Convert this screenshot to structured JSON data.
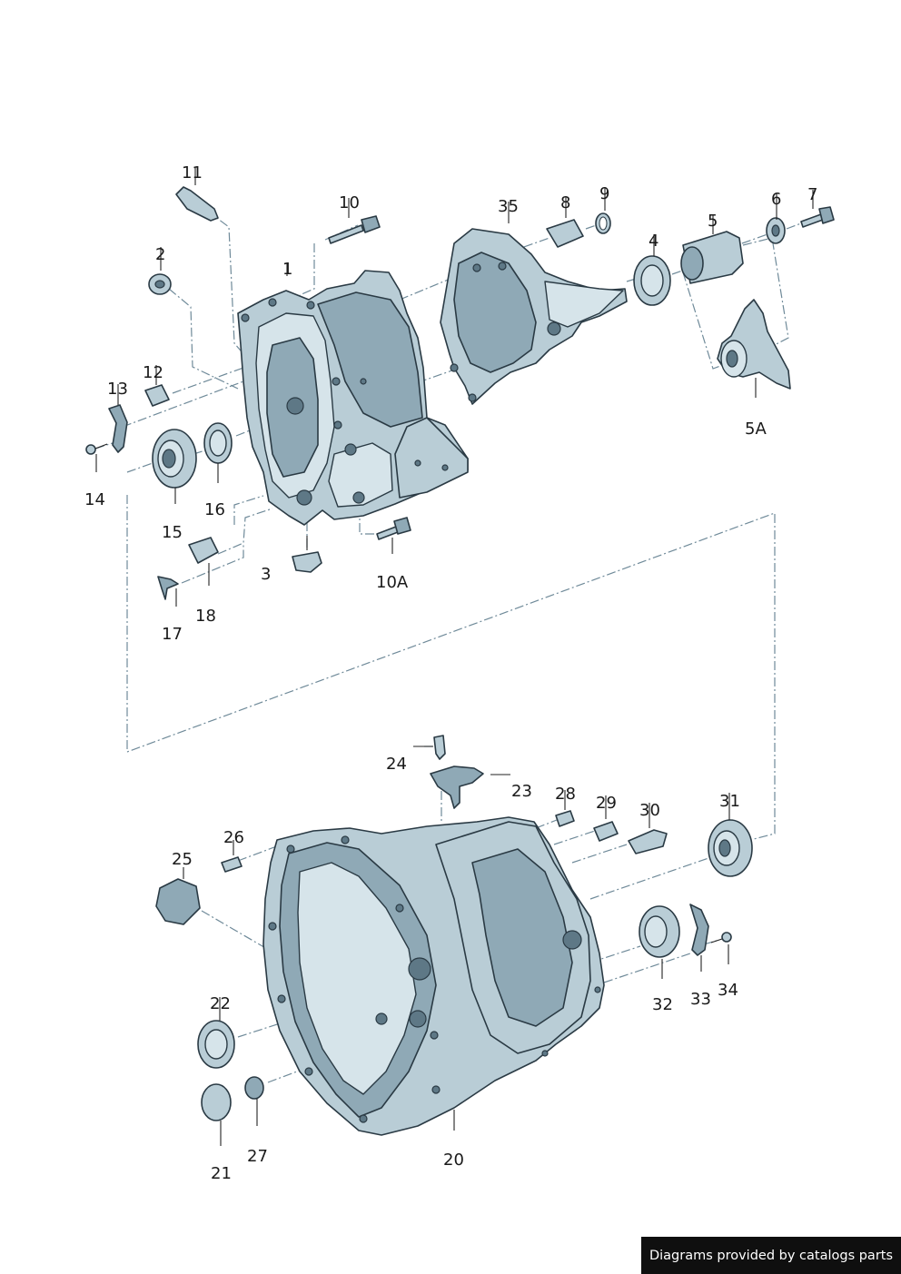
{
  "labels": [
    {
      "id": "1",
      "text": "1"
    },
    {
      "id": "2",
      "text": "2"
    },
    {
      "id": "3",
      "text": "3"
    },
    {
      "id": "4",
      "text": "4"
    },
    {
      "id": "5",
      "text": "5"
    },
    {
      "id": "5A",
      "text": "5A"
    },
    {
      "id": "6",
      "text": "6"
    },
    {
      "id": "7",
      "text": "7"
    },
    {
      "id": "8",
      "text": "8"
    },
    {
      "id": "9",
      "text": "9"
    },
    {
      "id": "10",
      "text": "10"
    },
    {
      "id": "10A",
      "text": "10A"
    },
    {
      "id": "11",
      "text": "11"
    },
    {
      "id": "12",
      "text": "12"
    },
    {
      "id": "13",
      "text": "13"
    },
    {
      "id": "14",
      "text": "14"
    },
    {
      "id": "15",
      "text": "15"
    },
    {
      "id": "16",
      "text": "16"
    },
    {
      "id": "17",
      "text": "17"
    },
    {
      "id": "18",
      "text": "18"
    },
    {
      "id": "20",
      "text": "20"
    },
    {
      "id": "21",
      "text": "21"
    },
    {
      "id": "22",
      "text": "22"
    },
    {
      "id": "23",
      "text": "23"
    },
    {
      "id": "24",
      "text": "24"
    },
    {
      "id": "25",
      "text": "25"
    },
    {
      "id": "26",
      "text": "26"
    },
    {
      "id": "27",
      "text": "27"
    },
    {
      "id": "28",
      "text": "28"
    },
    {
      "id": "29",
      "text": "29"
    },
    {
      "id": "30",
      "text": "30"
    },
    {
      "id": "31",
      "text": "31"
    },
    {
      "id": "32",
      "text": "32"
    },
    {
      "id": "33",
      "text": "33"
    },
    {
      "id": "34",
      "text": "34"
    },
    {
      "id": "35",
      "text": "35"
    }
  ],
  "footer": {
    "text": "Diagrams provided by catalogs parts"
  },
  "colors": {
    "part_fill": "#b9cdd6",
    "part_dark": "#8fa9b6",
    "outline": "#2a3a44",
    "footer_bg": "#0f0f0f"
  }
}
